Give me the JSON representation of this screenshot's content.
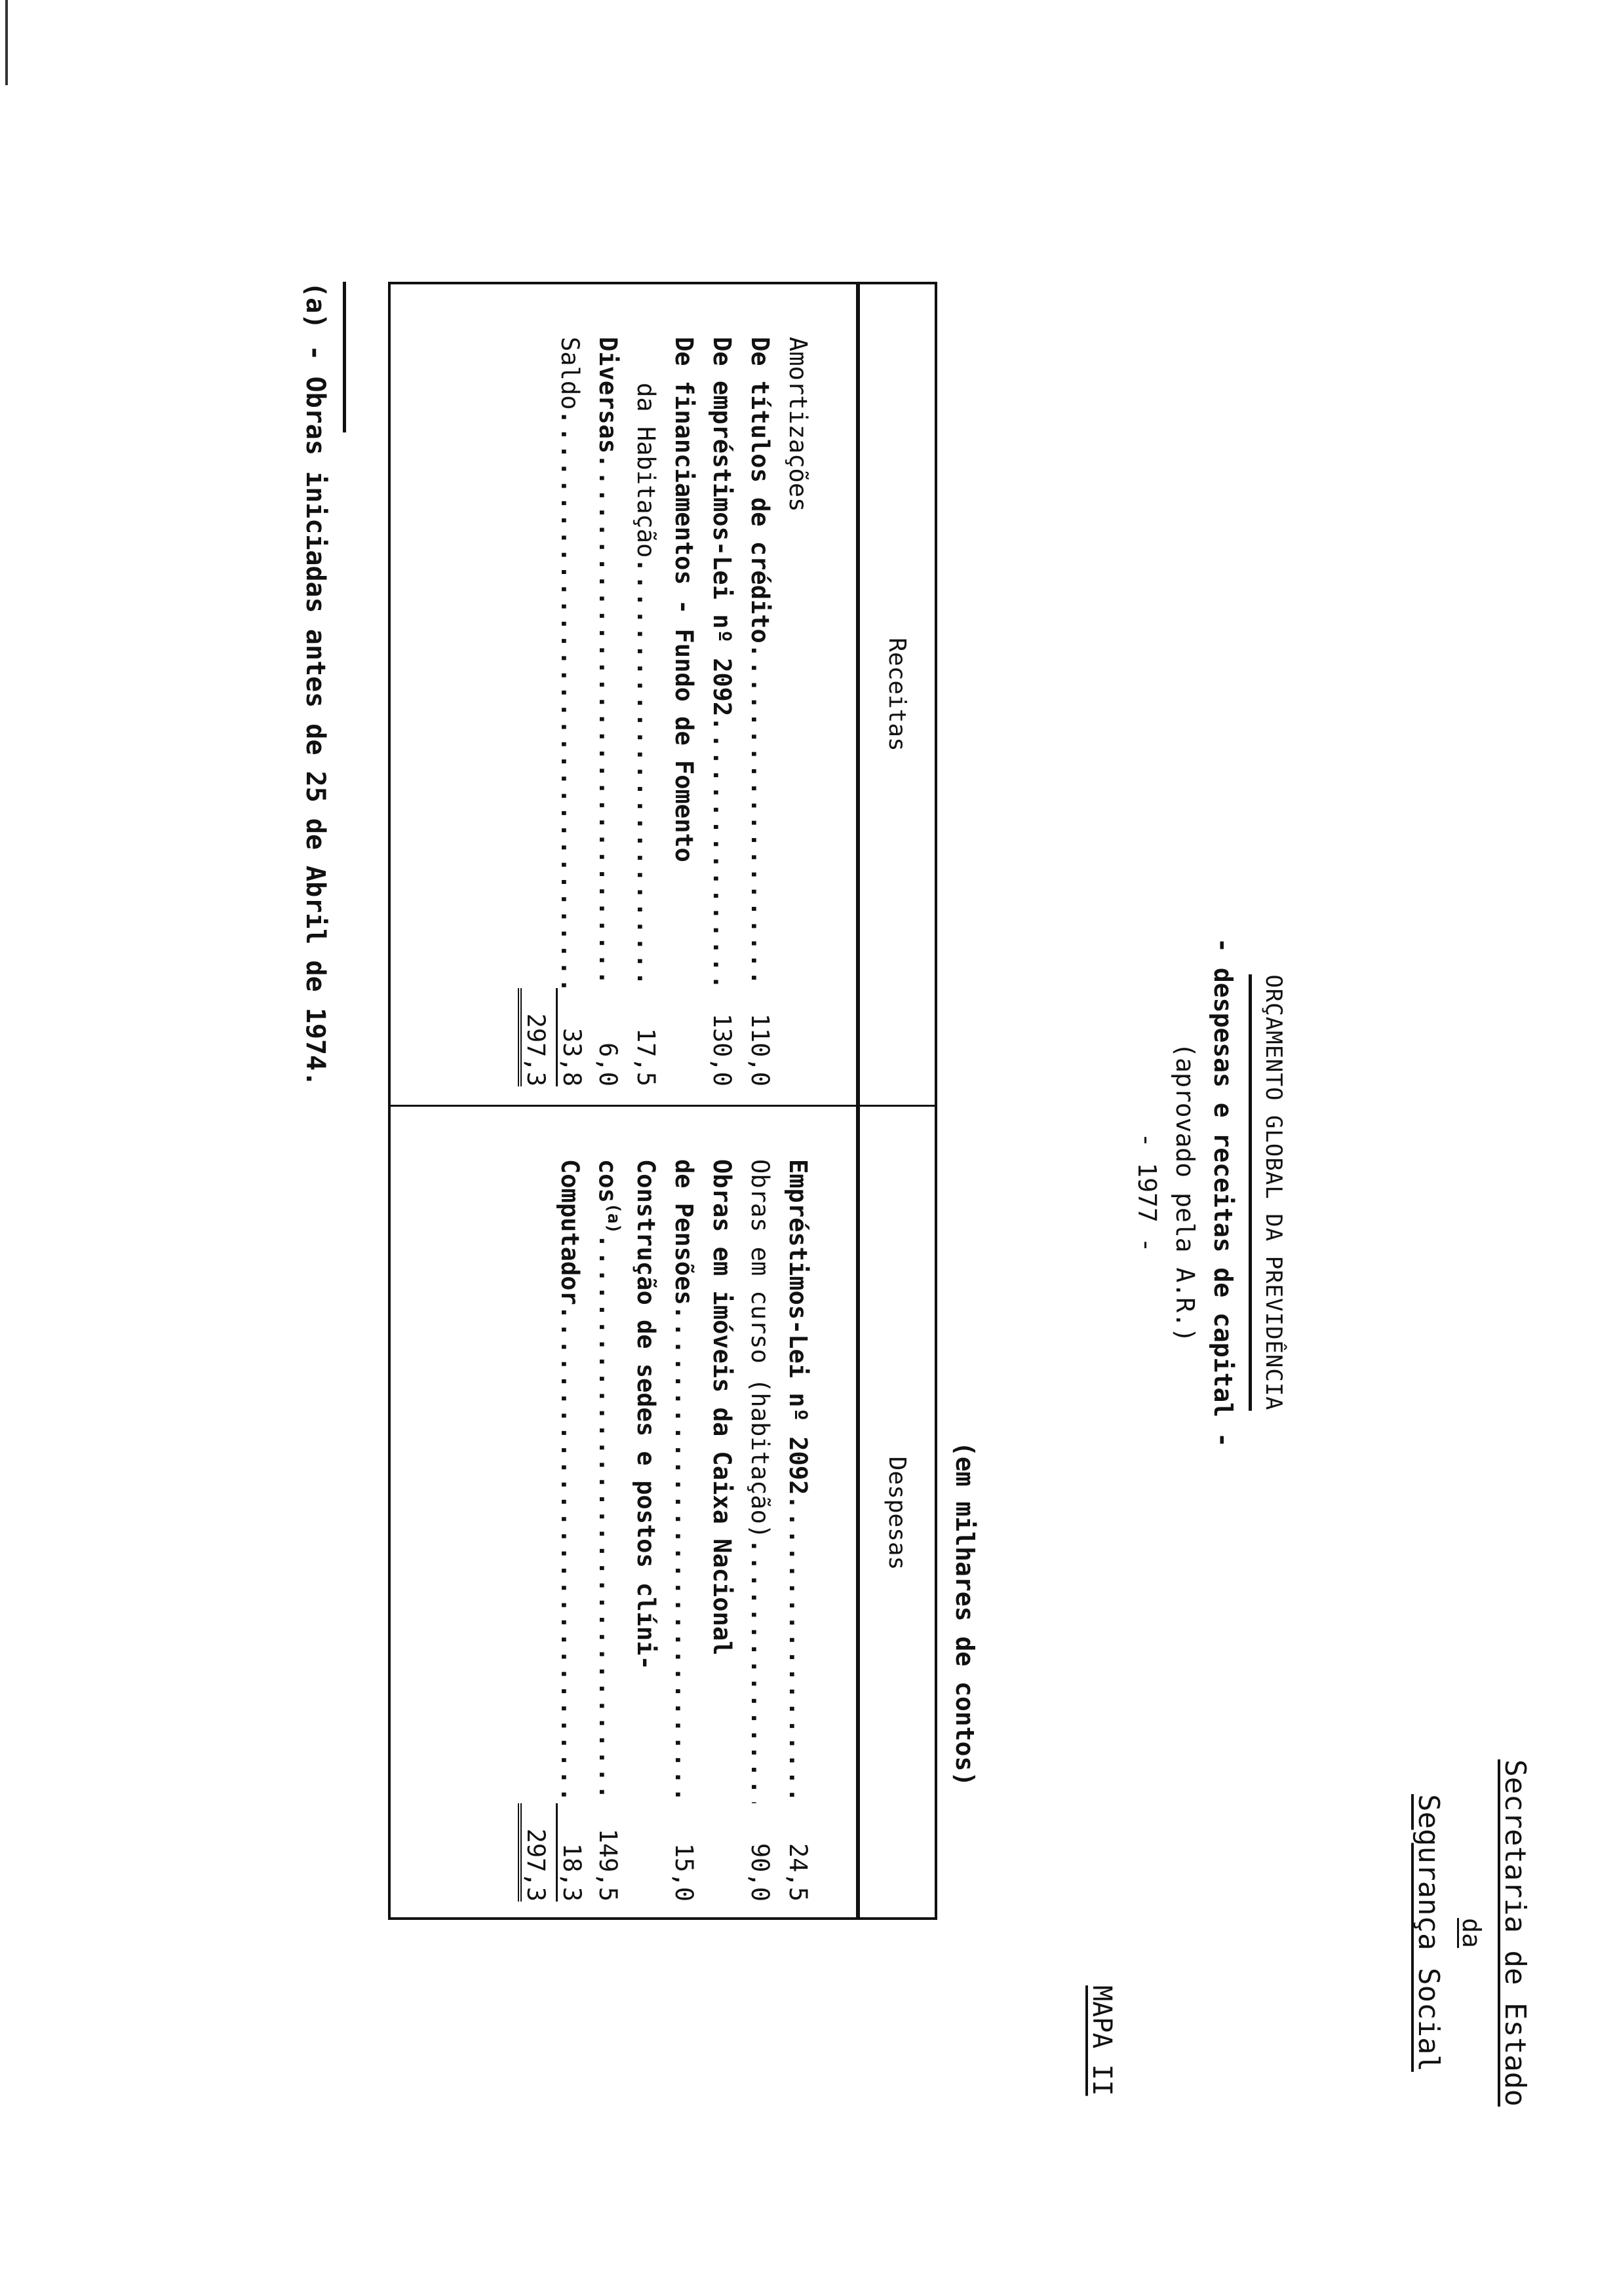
{
  "header": {
    "org_line1": "Secretaria de Estado",
    "org_line2": "da",
    "org_line3": "Segurança Social",
    "map_label": "MAPA II"
  },
  "title": {
    "line1": "ORÇAMENTO GLOBAL DA PREVIDÊNCIA",
    "line2": "- despesas e receitas de capital -",
    "line3": "(aprovado pela A.R.)",
    "line4": "- 1977 -"
  },
  "unit_note": "(em milhares de contos)",
  "table": {
    "headers": {
      "receitas": "Receitas",
      "despesas": "Despesas"
    },
    "receitas": {
      "section_label": "Amortizações",
      "rows": [
        {
          "label": "De títulos de crédito",
          "value": "110,0"
        },
        {
          "label": "De empréstimos-Lei nº 2092",
          "value": "130,0"
        },
        {
          "label": "De financiamentos - Fundo de Fomento",
          "value": ""
        },
        {
          "label": "da Habitação",
          "value": "17,5"
        },
        {
          "label": "Diversas",
          "value": "6,0"
        },
        {
          "label": "Saldo",
          "value": "33,8"
        }
      ],
      "total": "297,3"
    },
    "despesas": {
      "rows": [
        {
          "label": "Empréstimos-Lei nº 2092",
          "value": "24,5"
        },
        {
          "label": "Obras em curso (habitação)",
          "value": "90,0"
        },
        {
          "label": "Obras em imóveis da Caixa Nacional",
          "value": ""
        },
        {
          "label": "de Pensões",
          "value": "15,0"
        },
        {
          "label": "Construção de sedes e postos clíni-",
          "value": ""
        },
        {
          "label": "cos",
          "footnote_ref": "(a)",
          "value": "149,5"
        },
        {
          "label": "Computador",
          "value": "18,3"
        }
      ],
      "total": "297,3"
    }
  },
  "footnote": "(a) - Obras iniciadas antes de 25 de Abril de 1974."
}
